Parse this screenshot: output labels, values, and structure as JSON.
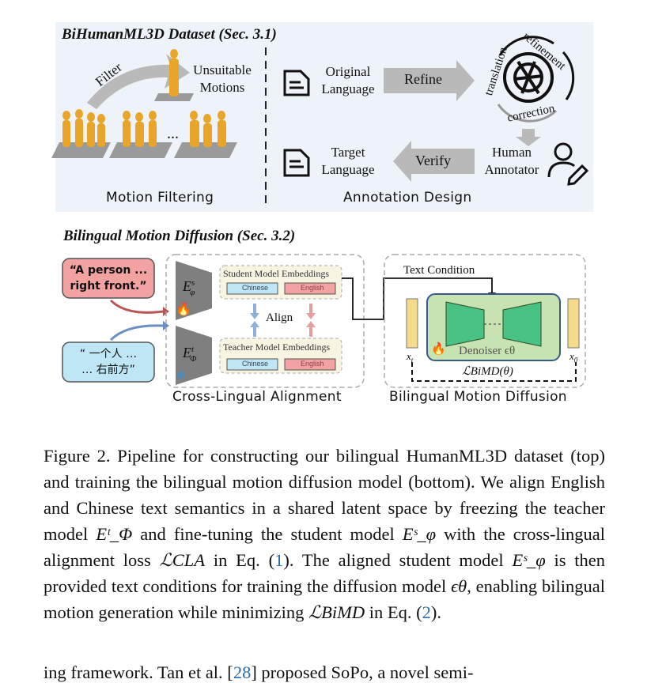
{
  "top": {
    "title": "BiHumanML3D Dataset (Sec. 3.1)",
    "filter_label": "Filter",
    "unsuitable_label_1": "Unsuitable",
    "unsuitable_label_2": "Motions",
    "ellipsis": "...",
    "motion_filtering_label": "Motion Filtering",
    "original_language_1": "Original",
    "original_language_2": "Language",
    "refine_label": "Refine",
    "translation_label": "translation",
    "refinement_label": "refinement",
    "correction_label": "correction",
    "human_annotator_1": "Human",
    "human_annotator_2": "Annotator",
    "verify_label": "Verify",
    "target_language_1": "Target",
    "target_language_2": "Language",
    "annotation_design_label": "Annotation Design"
  },
  "bottom": {
    "title": "Bilingual Motion Diffusion (Sec. 3.2)",
    "english_prompt_1": "“A person ...",
    "english_prompt_2": "right front.”",
    "chinese_prompt_1": "“ 一个人 …",
    "chinese_prompt_2": "… 右前方”",
    "student_encoder": "E",
    "student_sup": "s",
    "student_sub": "φ",
    "teacher_encoder": "E",
    "teacher_sup": "t",
    "teacher_sub": "Φ",
    "student_embeddings_label": "Student Model Embeddings",
    "teacher_embeddings_label": "Teacher Model Embeddings",
    "chinese_tag": "Chinese",
    "english_tag": "English",
    "align_label": "Align",
    "text_condition_label": "Text Condition",
    "denoiser_label": "Denoiser ϵθ",
    "xt_label": "x",
    "xt_sub": "t",
    "x0_label": "x",
    "x0_sub": "0",
    "loss_label": "ℒBiMD(θ)",
    "cross_lingual_label": "Cross-Lingual Alignment",
    "bilingual_diffusion_label": "Bilingual Motion Diffusion"
  },
  "caption": {
    "p1": "Figure 2.  Pipeline for constructing our bilingual HumanML3D dataset (top) and training the bilingual motion diffusion model (bottom). We align English and Chinese text semantics in a shared latent space by freezing the teacher model ",
    "teacher_sym": "Eᵗ_Φ",
    "p2": " and fine-tuning the student model ",
    "student_sym": "Eˢ_φ",
    "p3": " with the cross-lingual alignment loss ",
    "cla_sym": "ℒCLA",
    "p4": " in Eq. (",
    "ref1": "1",
    "p5": "). The aligned student model ",
    "student_sym2": "Eˢ_φ",
    "p6": " is then provided text conditions for training the diffusion model ",
    "eps_sym": "ϵθ",
    "p7": ", enabling bilingual motion generation while minimizing ",
    "bimd_sym": "ℒBiMD",
    "p8": " in Eq. (",
    "ref2": "2",
    "p9": ")."
  },
  "next_line": {
    "t1": "ing framework. Tan et al. [",
    "ref": "28",
    "t2": "] proposed SoPo, a novel semi-"
  }
}
